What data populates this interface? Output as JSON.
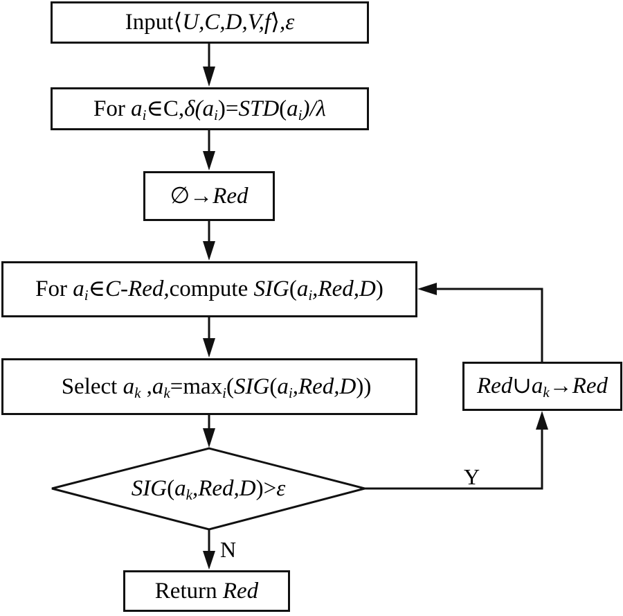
{
  "diagram": {
    "type": "flowchart",
    "nodes": {
      "input": {
        "text": "Input ⟨U,C,D,V,f⟩,ε",
        "parts": {
          "word": "Input",
          "langle": "⟨",
          "vars": "U,C,D,V,f",
          "rangle": "⟩",
          "tail": ",ε"
        }
      },
      "std": {
        "text": "For aᵢ∈C, δ(aᵢ)=STD(aᵢ)/λ",
        "parts": {
          "for": "For ",
          "a": "a",
          "i": "i",
          "in_c": "∈C,",
          "delta": "δ(",
          "a2": "a",
          "i2": "i",
          "close_eq": ")=",
          "std": "STD",
          "open": "(",
          "a3": "a",
          "i3": "i",
          "close": ")/λ"
        }
      },
      "init": {
        "text": "∅→Red",
        "parts": {
          "empty": "∅→",
          "red": "Red"
        }
      },
      "compute": {
        "text": "For aᵢ∈C-Red, compute SIG(aᵢ,Red,D)",
        "parts": {
          "for": "For ",
          "a": "a",
          "i": "i",
          "in": "∈",
          "c_red": "C-Red,",
          "compute": "compute ",
          "sig": "SIG",
          "open": "(",
          "a2": "a",
          "i2": "i",
          "args": ",Red,D",
          "close": ")"
        }
      },
      "select": {
        "text": "Select aₖ, aₖ=maxᵢ(SIG(aᵢ,Red,D))",
        "parts": {
          "select": "Select ",
          "a": "a",
          "k": "k",
          "comma": " ,",
          "a2": "a",
          "k2": "k",
          "eq_max": "=max",
          "i": "i",
          "open": "(",
          "sig": "SIG",
          "open2": "(",
          "a3": "a",
          "i3": "i",
          "args": ",Red,D",
          "close": "))"
        }
      },
      "decision": {
        "text": "SIG(aₖ,Red,D)>ε",
        "parts": {
          "sig": "SIG",
          "open": "(",
          "a": "a",
          "k": "k",
          "args": ",Red,D",
          "close": ")>",
          "eps": "ε"
        }
      },
      "update": {
        "text": "Red∪aₖ→Red",
        "parts": {
          "red": "Red",
          "union": "∪",
          "a": "a",
          "k": "k",
          "arrow": "→",
          "red2": "Red"
        }
      },
      "return": {
        "text": "Return Red",
        "parts": {
          "word": "Return ",
          "red": "Red"
        }
      }
    },
    "edges": [
      {
        "from": "input",
        "to": "std",
        "label": ""
      },
      {
        "from": "std",
        "to": "init",
        "label": ""
      },
      {
        "from": "init",
        "to": "compute",
        "label": ""
      },
      {
        "from": "compute",
        "to": "select",
        "label": ""
      },
      {
        "from": "select",
        "to": "decision",
        "label": ""
      },
      {
        "from": "decision",
        "to": "update",
        "label": "Y"
      },
      {
        "from": "update",
        "to": "compute",
        "label": ""
      },
      {
        "from": "decision",
        "to": "return",
        "label": "N"
      }
    ],
    "edge_labels": {
      "yes": "Y",
      "no": "N"
    },
    "colors": {
      "stroke": "#111111",
      "background": "#ffffff",
      "text": "#000000"
    }
  }
}
